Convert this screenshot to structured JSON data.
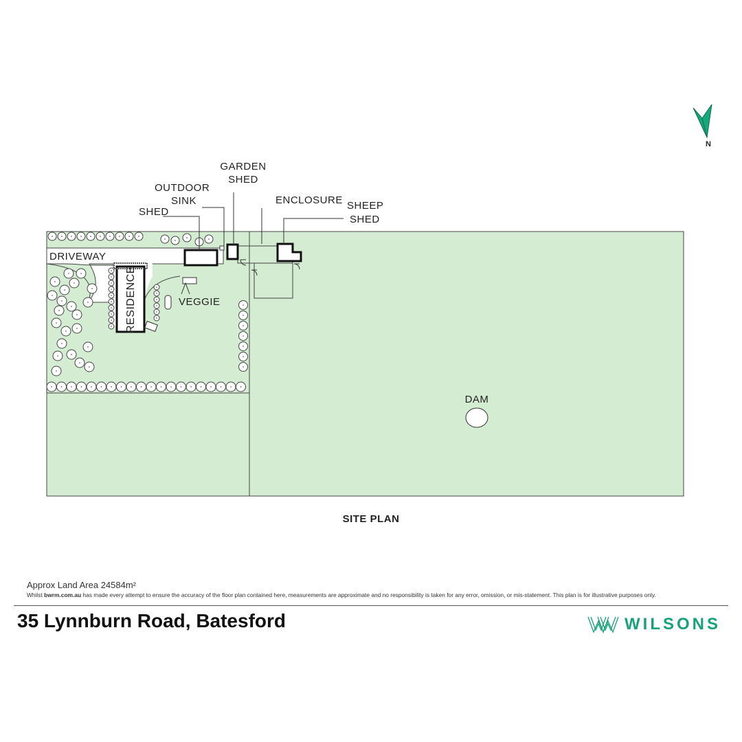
{
  "north": {
    "label": "N",
    "color": "#16a77c"
  },
  "colors": {
    "grass": "#d4ecd1",
    "line": "#2a2a2a",
    "brand": "#17a37a"
  },
  "labels": {
    "garden_shed_1": "GARDEN",
    "garden_shed_2": "SHED",
    "outdoor_sink_1": "OUTDOOR",
    "outdoor_sink_2": "SINK",
    "shed": "SHED",
    "enclosure": "ENCLOSURE",
    "sheep_shed_1": "SHEEP",
    "sheep_shed_2": "SHED",
    "driveway": "DRIVEWAY",
    "residence": "RESIDENCE",
    "veggie": "VEGGIE",
    "dam": "DAM"
  },
  "site_title": "SITE PLAN",
  "land_area": "Approx Land Area 24584m²",
  "disclaimer": {
    "prefix": "Whilst ",
    "site": "bwrm.com.au",
    "text": " has made every attempt to ensure the accuracy of the floor plan contained here, measurements are approximate and no responsibility is taken for any error, omission, or mis-statement. This plan is for illustrative purposes only."
  },
  "address": "35 Lynnburn Road, Batesford",
  "brand": {
    "name": "WILSONS",
    "logo_icon": "wilsons-w-logo"
  }
}
